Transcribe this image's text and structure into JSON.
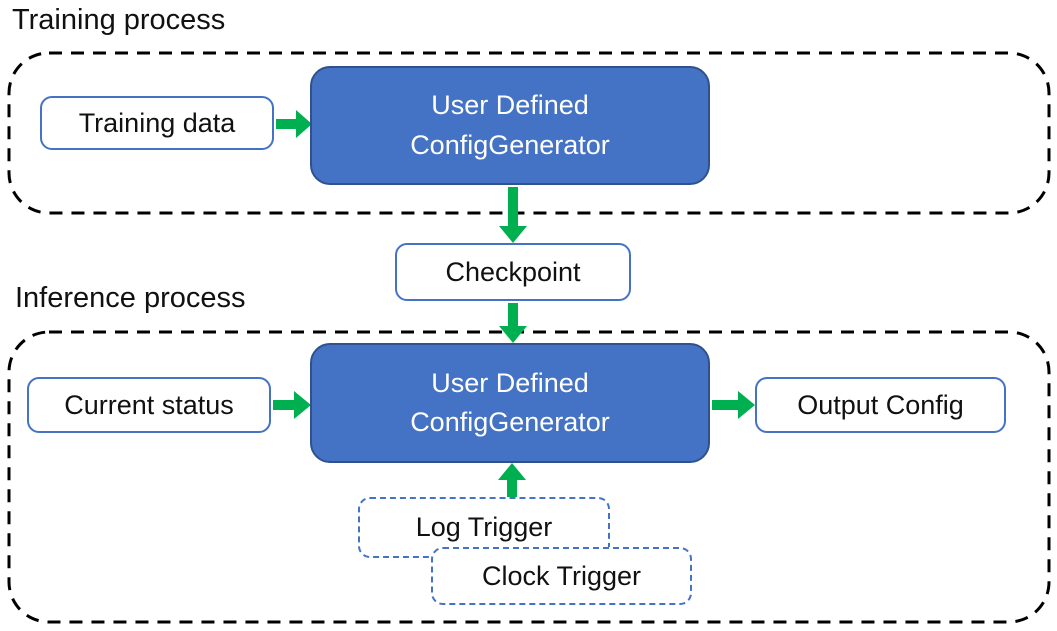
{
  "colors": {
    "generator_fill": "#4472C4",
    "generator_border": "#2F528F",
    "io_box_border": "#4472C4",
    "trigger_box_border": "#4472C4",
    "arrow_green": "#00B050",
    "container_outline": "#000000",
    "text_dark": "#111111",
    "generator_text": "#ffffff"
  },
  "training": {
    "section_label": "Training process",
    "training_data_label": "Training data",
    "generator_label": "User Defined\nConfigGenerator"
  },
  "checkpoint_label": "Checkpoint",
  "inference": {
    "section_label": "Inference process",
    "current_status_label": "Current status",
    "generator_label": "User Defined\nConfigGenerator",
    "output_config_label": "Output Config",
    "log_trigger_label": "Log Trigger",
    "clock_trigger_label": "Clock Trigger"
  },
  "arrows": [
    {
      "name": "training-data-to-training-generator",
      "direction": "right"
    },
    {
      "name": "training-generator-to-checkpoint",
      "direction": "down"
    },
    {
      "name": "checkpoint-to-inference-generator",
      "direction": "down"
    },
    {
      "name": "current-status-to-inference-generator",
      "direction": "right"
    },
    {
      "name": "inference-generator-to-output-config",
      "direction": "right"
    },
    {
      "name": "triggers-to-inference-generator",
      "direction": "up"
    }
  ]
}
